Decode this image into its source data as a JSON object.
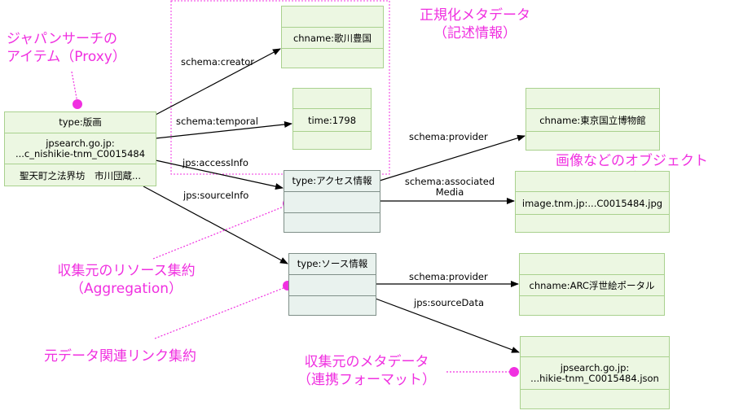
{
  "annotations": {
    "normalized_title": "正規化メタデータ",
    "normalized_sub": "（記述情報）",
    "proxy_line1": "ジャパンサーチの",
    "proxy_line2": "アイテム（Proxy）",
    "image_obj": "画像などのオブジェクト",
    "aggregation_line1": "収集元のリソース集約",
    "aggregation_line2": "（Aggregation）",
    "related_links": "元データ関連リンク集約",
    "source_meta_line1": "収集元のメタデータ",
    "source_meta_line2": "（連携フォーマット）"
  },
  "nodes": {
    "proxy": {
      "type": "type:版画",
      "url1": "jpsearch.go.jp:",
      "url2": "...c_nishikie-tnm_C0015484",
      "title": "聖天町之法界坊　市川団蔵..."
    },
    "creator": {
      "value": "chname:歌川豊国"
    },
    "temporal": {
      "value": "time:1798"
    },
    "access": {
      "type": "type:アクセス情報"
    },
    "source": {
      "type": "type:ソース情報"
    },
    "provider1": {
      "value": "chname:東京国立博物館"
    },
    "image": {
      "value": "image.tnm.jp:...C0015484.jpg"
    },
    "provider2": {
      "value": "chname:ARC浮世絵ポータル"
    },
    "json": {
      "url1": "jpsearch.go.jp:",
      "url2": "...hikie-tnm_C0015484.json"
    }
  },
  "edges": {
    "creator": "schema:creator",
    "temporal": "schema:temporal",
    "access_info": "jps:accessInfo",
    "source_info": "jps:sourceInfo",
    "provider1": "schema:provider",
    "assoc_media_1": "schema:associated",
    "assoc_media_2": "Media",
    "provider2": "schema:provider",
    "source_data": "jps:sourceData"
  }
}
